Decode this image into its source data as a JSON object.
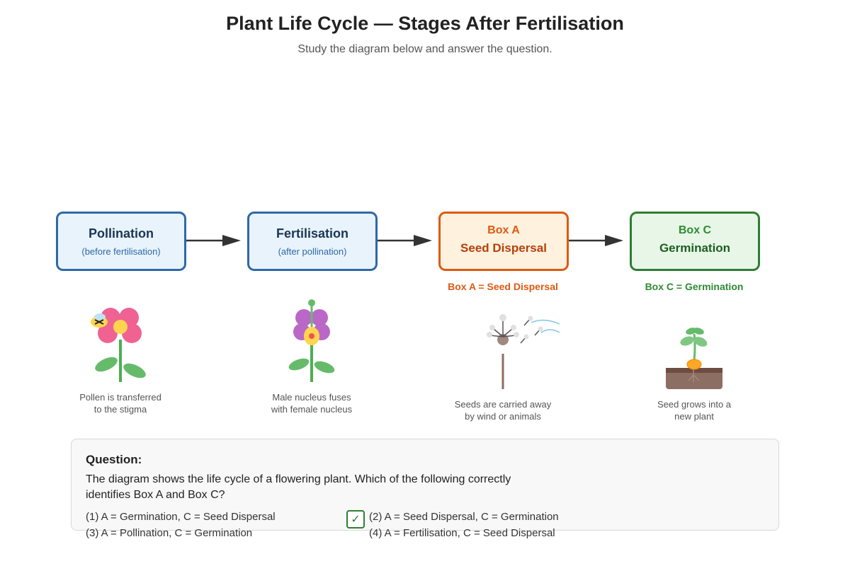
{
  "header": {
    "title": "Plant Life Cycle — Stages After Fertilisation",
    "subtitle": "Study the diagram below and answer the question."
  },
  "stages": [
    {
      "title": "Pollination",
      "subtitle": "(before fertilisation)",
      "caption_lines": [
        "Pollen is transferred",
        "to the stigma"
      ],
      "icon": "pollinated-flower-icon"
    },
    {
      "title": "Fertilisation",
      "subtitle": "(after pollination)",
      "caption_lines": [
        "Male nucleus fuses",
        "with female nucleus"
      ],
      "icon": "fertilised-flower-icon"
    },
    {
      "tag": "Box A",
      "name": "Seed Dispersal",
      "answer_label": "Box A = Seed Dispersal",
      "caption_lines": [
        "Seeds are carried away",
        "by wind or animals"
      ],
      "icon": "dandelion-seeds-icon"
    },
    {
      "tag": "Box C",
      "name": "Germination",
      "answer_label": "Box C = Germination",
      "caption_lines": [
        "Seed grows into a",
        "new plant"
      ],
      "icon": "seedling-icon"
    }
  ],
  "colors": {
    "blue": "#2f68a8",
    "orange": "#dd5a12",
    "green": "#2f7d32"
  },
  "question": {
    "heading": "Question:",
    "text": "The diagram shows the life cycle of a flowering plant. Which of the following correctly identifies Box A and Box C?",
    "options": [
      "(1) A = Germination, C = Seed Dispersal",
      "(2) A = Seed Dispersal, C = Germination",
      "(3) A = Pollination, C = Germination",
      "(4) A = Fertilisation, C = Seed Dispersal"
    ],
    "selected_mark": "✓",
    "selected_option": 2
  }
}
